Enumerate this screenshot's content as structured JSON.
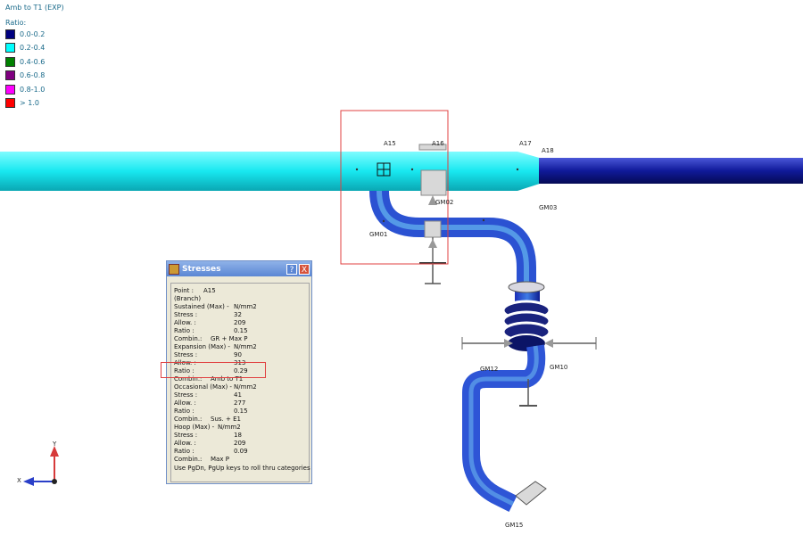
{
  "legend": {
    "case": "Amb to T1 (EXP)",
    "heading": "Ratio:",
    "items": [
      {
        "label": "0.0-0.2",
        "color": "#000080"
      },
      {
        "label": "0.2-0.4",
        "color": "#00ffff"
      },
      {
        "label": "0.4-0.6",
        "color": "#008000"
      },
      {
        "label": "0.6-0.8",
        "color": "#800080"
      },
      {
        "label": "0.8-1.0",
        "color": "#ff00ff"
      },
      {
        "label": "> 1.0",
        "color": "#ff0000"
      }
    ]
  },
  "nodes": {
    "a15": "A15",
    "a16": "A16",
    "a17": "A17",
    "a18": "A18",
    "gm01": "GM01",
    "gm02": "GM02",
    "gm03": "GM03",
    "gm10": "GM10",
    "gm12": "GM12",
    "gm15": "GM15"
  },
  "axes": {
    "y": "Y",
    "x": "X"
  },
  "dialog": {
    "title": "Stresses",
    "help": "?",
    "close": "X",
    "lines": [
      {
        "label": "Point :",
        "value": "A15"
      },
      {
        "label": "  (Branch)",
        "value": ""
      },
      {
        "label": "Sustained (Max) -",
        "value": "N/mm2"
      },
      {
        "label": "  Stress :",
        "value": "32"
      },
      {
        "label": "  Allow. :",
        "value": "209"
      },
      {
        "label": "  Ratio :",
        "value": "0.15"
      },
      {
        "label": "  Combin.:",
        "value": "GR + Max P"
      },
      {
        "label": "Expansion (Max) -",
        "value": "N/mm2"
      },
      {
        "label": "  Stress :",
        "value": "90"
      },
      {
        "label": "  Allow. :",
        "value": "313"
      },
      {
        "label": "  Ratio :",
        "value": "0.29"
      },
      {
        "label": "  Combin.:",
        "value": "Amb to T1"
      },
      {
        "label": "Occasional (Max) -",
        "value": "N/mm2"
      },
      {
        "label": "  Stress :",
        "value": "41"
      },
      {
        "label": "  Allow. :",
        "value": "277"
      },
      {
        "label": "  Ratio :",
        "value": "0.15"
      },
      {
        "label": "  Combin.:",
        "value": "Sus. + E1"
      },
      {
        "label": "Hoop (Max) -",
        "value": "N/mm2"
      },
      {
        "label": "  Stress :",
        "value": "18"
      },
      {
        "label": "  Allow. :",
        "value": "209"
      },
      {
        "label": "  Ratio :",
        "value": "0.09"
      },
      {
        "label": "  Combin.:",
        "value": "Max P"
      }
    ],
    "hint": "Use PgDn, PgUp keys to roll thru categories"
  }
}
